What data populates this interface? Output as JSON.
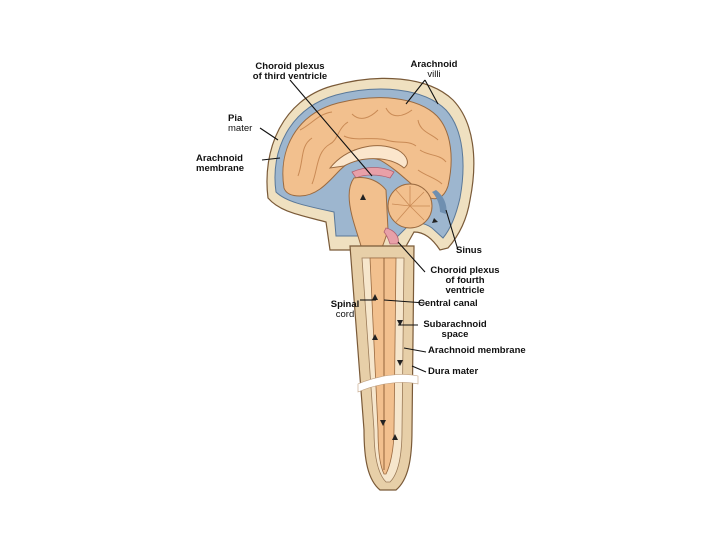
{
  "labels": {
    "choroid_third": [
      "Choroid plexus",
      "of third ventricle"
    ],
    "arachnoid_villi": [
      "Arachnoid",
      "villi"
    ],
    "pia_mater": [
      "Pia",
      "mater"
    ],
    "arachnoid_membrane_top": [
      "Arachnoid",
      "membrane"
    ],
    "sinus": "Sinus",
    "choroid_fourth": [
      "Choroid plexus",
      "of fourth",
      "ventricle"
    ],
    "spinal_cord": [
      "Spinal",
      "cord"
    ],
    "central_canal": "Central canal",
    "subarachnoid_space": [
      "Subarachnoid",
      "space"
    ],
    "arachnoid_membrane_bottom": "Arachnoid membrane",
    "dura_mater": "Dura mater"
  },
  "colors": {
    "brain": "#f2c08e",
    "brain_dark": "#c98a55",
    "csf": "#9db6cf",
    "dura": "#e7cfa8",
    "bone": "#efe0c0",
    "pink": "#e8a0a8",
    "line": "#111111"
  }
}
